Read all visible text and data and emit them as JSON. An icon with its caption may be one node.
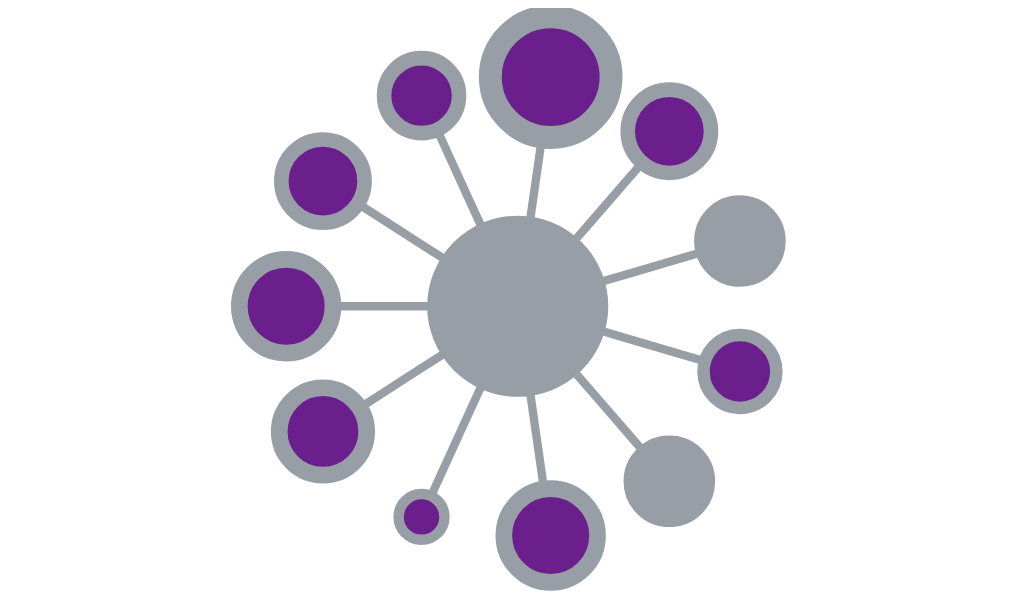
{
  "diagram": {
    "nodes": [
      {
        "text": [],
        "shape": "circle"
      },
      {
        "text": [],
        "shape": "circle"
      },
      {
        "text": [],
        "shape": "circle"
      },
      {
        "text": [],
        "shape": "circle"
      },
      {
        "text": [],
        "shape": "circle"
      },
      {
        "text": [],
        "shape": "circle"
      },
      {
        "text": [],
        "shape": "circle"
      },
      {
        "text": [],
        "shape": "circle"
      },
      {
        "text": [],
        "shape": "circle"
      },
      {
        "text": [],
        "shape": "circle"
      },
      {
        "text": [],
        "shape": "circle"
      },
      {
        "text": [],
        "shape": "circle"
      }
    ],
    "edges": [
      {
        "from": 5,
        "to": 0,
        "arrow": "none"
      },
      {
        "from": 5,
        "to": 1,
        "arrow": "none"
      },
      {
        "from": 5,
        "to": 2,
        "arrow": "none"
      },
      {
        "from": 5,
        "to": 3,
        "arrow": "none"
      },
      {
        "from": 5,
        "to": 4,
        "arrow": "none"
      },
      {
        "from": 5,
        "to": 6,
        "arrow": "none"
      },
      {
        "from": 5,
        "to": 7,
        "arrow": "none"
      },
      {
        "from": 5,
        "to": 8,
        "arrow": "none"
      },
      {
        "from": 5,
        "to": 9,
        "arrow": "none"
      },
      {
        "from": 5,
        "to": 10,
        "arrow": "none"
      },
      {
        "from": 5,
        "to": 11,
        "arrow": "none"
      }
    ]
  }
}
